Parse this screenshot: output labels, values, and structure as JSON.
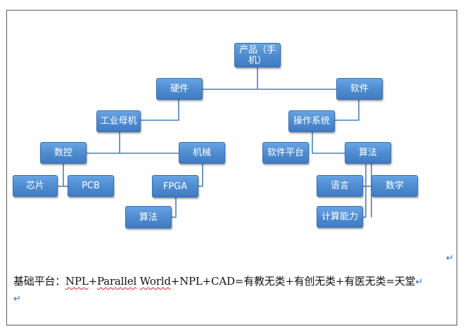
{
  "diagram": {
    "nodes": {
      "product": "产品（手\n机）",
      "hardware": "硬件",
      "software": "软件",
      "industrial_mother_machine": "工业母机",
      "operating_system": "操作系统",
      "numerical_control": "数控",
      "machinery": "机械",
      "software_platform": "软件平台",
      "algorithm_right": "算法",
      "chip": "芯片",
      "pcb": "PCB",
      "fpga": "FPGA",
      "language": "语言",
      "mathematics": "数学",
      "algorithm_left": "算法",
      "computing_power": "计算能力"
    }
  },
  "formula": {
    "prefix": "基础平台：",
    "npl1": "NPL",
    "plus1": "+",
    "parallel": "Parallel",
    "space": " ",
    "world": "World",
    "rest": "+NPL+CAD=有教无类+有创无类+有医无类=天堂"
  },
  "marks": {
    "return_glyph": "↵"
  }
}
